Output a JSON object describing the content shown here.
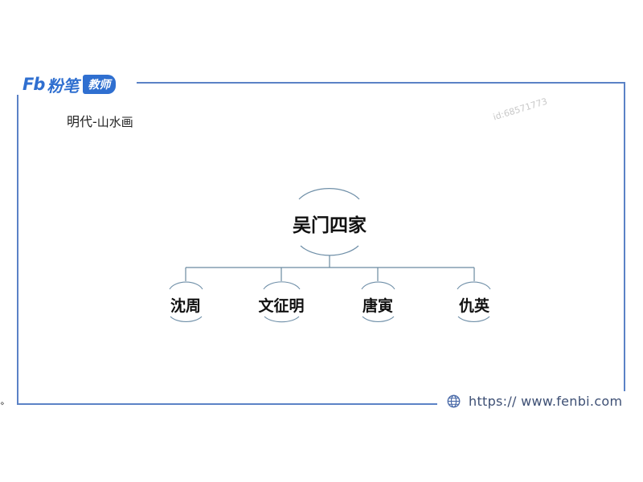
{
  "logo": {
    "mark": "Fb",
    "brand": "粉笔",
    "tag": "教师"
  },
  "slide": {
    "title_main": "明代",
    "title_sep": "-",
    "title_sub": "山水画",
    "watermark": "id:68571773"
  },
  "diagram": {
    "root": "吴门四家",
    "children": [
      "沈周",
      "文征明",
      "唐寅",
      "仇英"
    ]
  },
  "footer": {
    "url": "https:// www.fenbi.com",
    "icon": "globe-icon"
  },
  "colors": {
    "frame": "#5b82c6",
    "brand": "#2f6fd0",
    "connector": "#6b8aa0",
    "arc": "#6f8fa8"
  }
}
